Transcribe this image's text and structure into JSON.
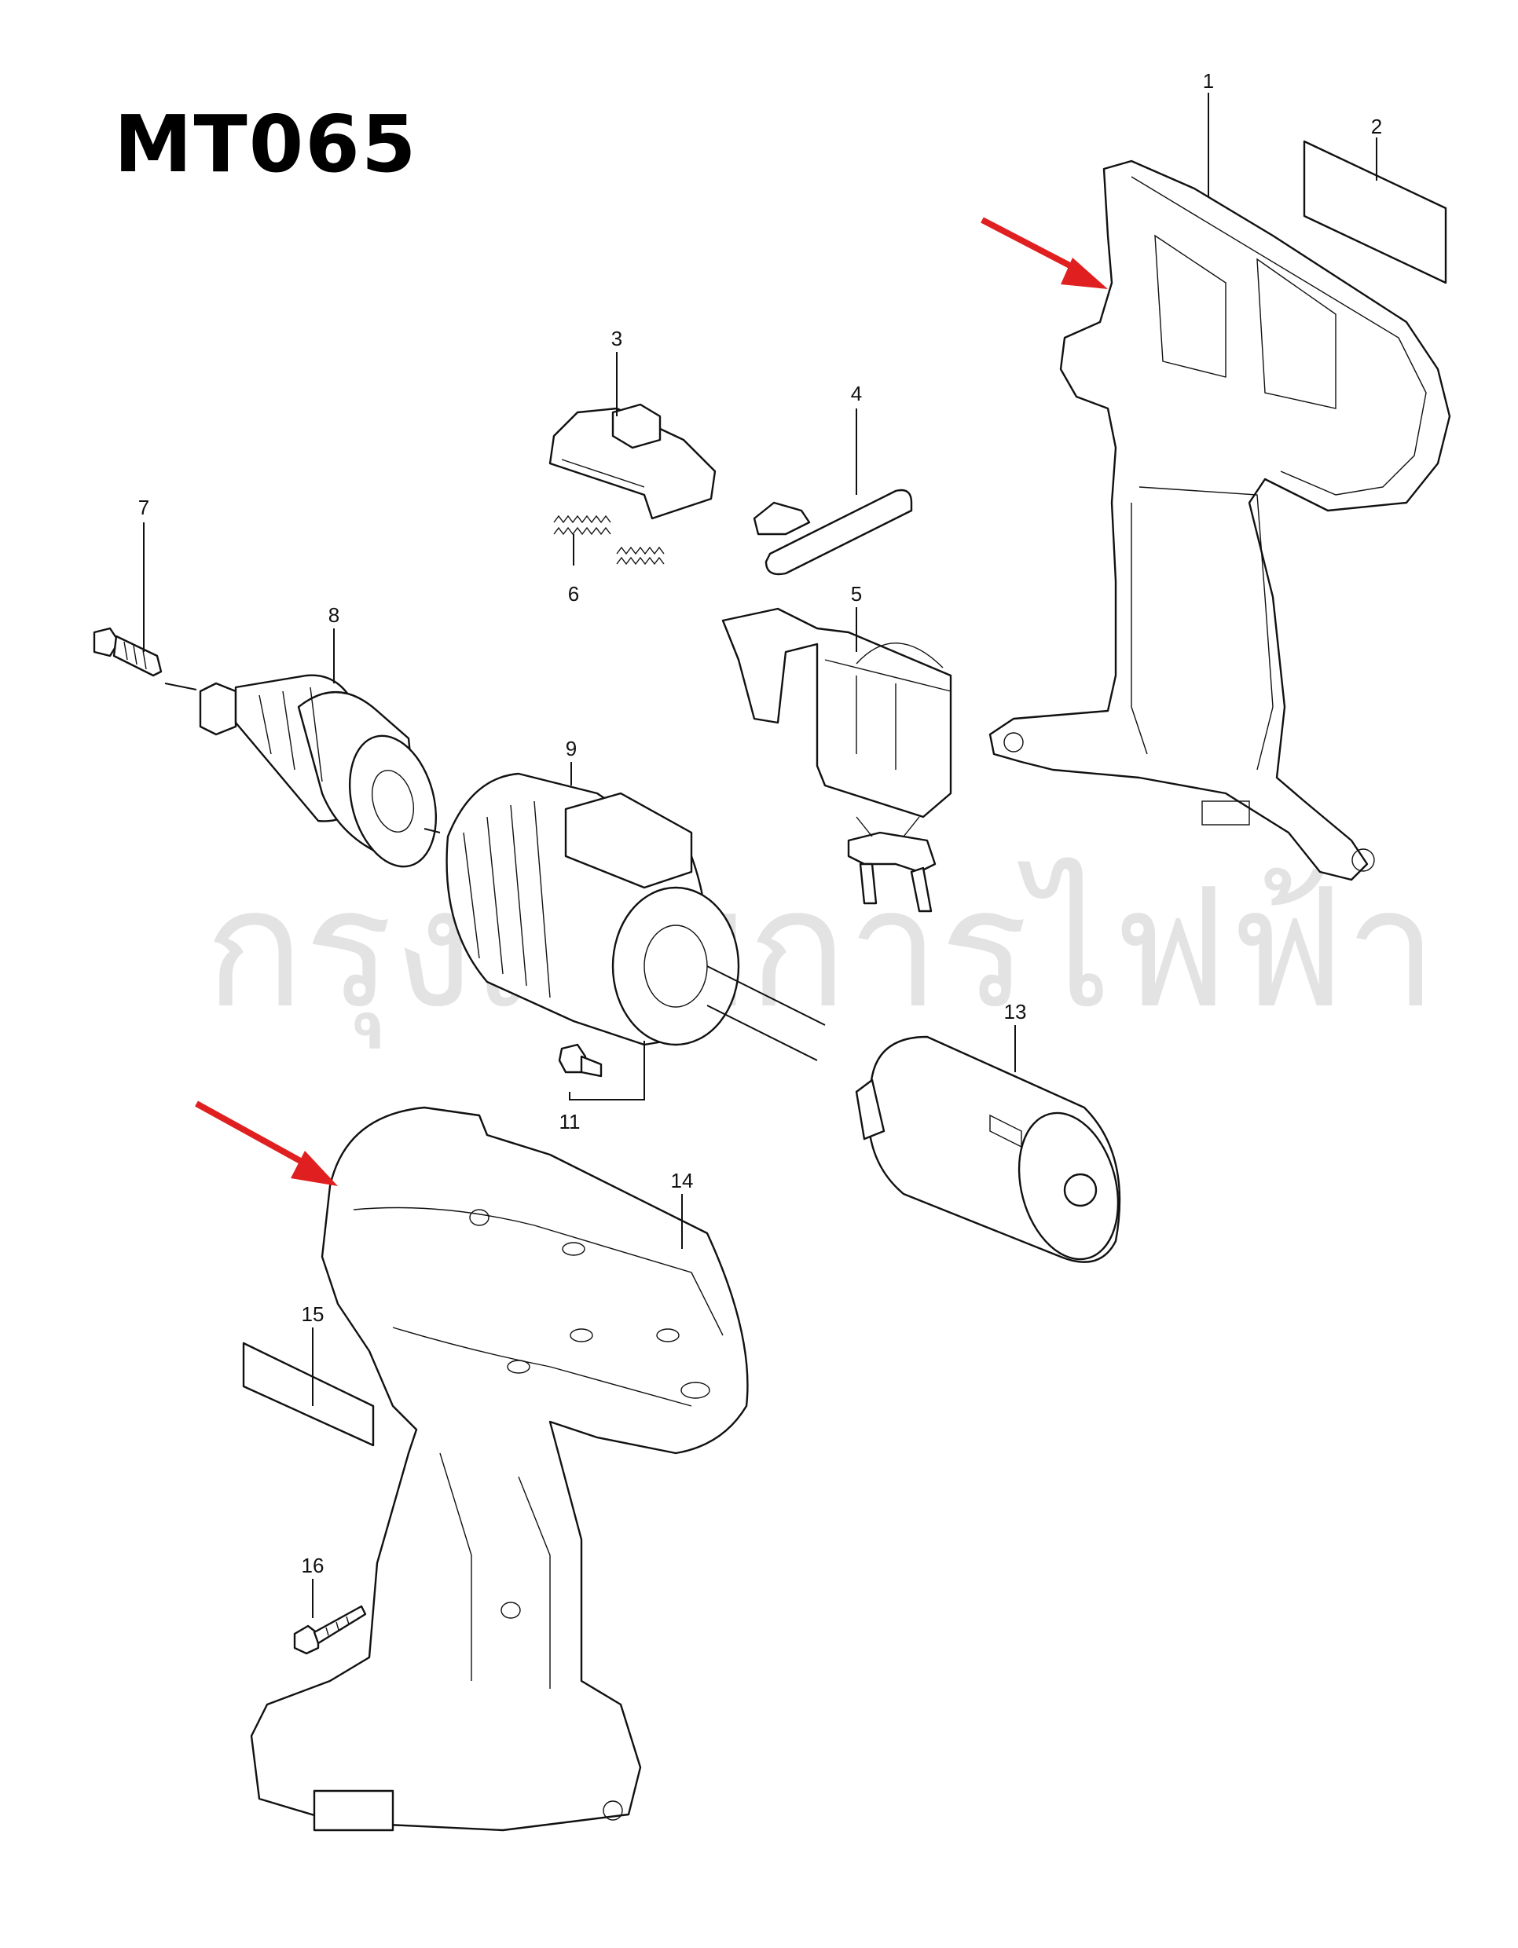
{
  "title": "MT065",
  "watermark": "กรุงเทพการไฟฟ้า",
  "callouts": [
    "1",
    "2",
    "3",
    "4",
    "5",
    "6",
    "7",
    "8",
    "9",
    "11",
    "13",
    "14",
    "15",
    "16"
  ],
  "colors": {
    "arrow": "#e02020",
    "line": "#111111",
    "watermark": "#e3e3e3"
  }
}
